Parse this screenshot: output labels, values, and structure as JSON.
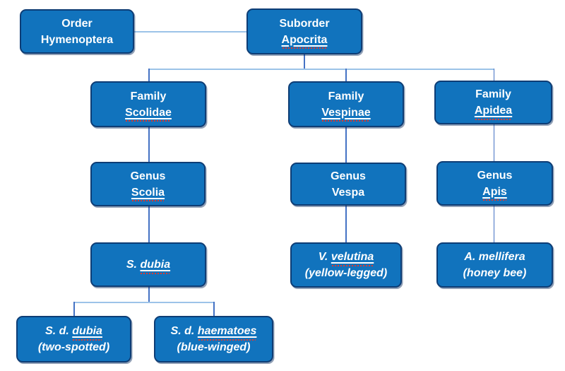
{
  "colors": {
    "box_fill": "#1173bd",
    "box_border": "#0e3d75",
    "text": "#ffffff",
    "line_light": "#9cc3e8",
    "line_dark": "#4472c4",
    "squiggle": "#e0392e",
    "background": "#ffffff"
  },
  "nodes": {
    "order": {
      "l1": "Order",
      "l2": "Hymenoptera"
    },
    "suborder": {
      "l1": "Suborder",
      "l2_u": "Apocrita"
    },
    "family_scolidae": {
      "l1": "Family",
      "l2_u": "Scolidae"
    },
    "family_vespinae": {
      "l1": "Family",
      "l2_u": "Vespinae"
    },
    "family_apidea": {
      "l1": "Family",
      "l2_u": "Apidea"
    },
    "genus_scolia": {
      "l1": "Genus",
      "l2_u": "Scolia"
    },
    "genus_vespa": {
      "l1": "Genus",
      "l2": "Vespa"
    },
    "genus_apis": {
      "l1": "Genus",
      "l2_u": "Apis"
    },
    "species_dubia": {
      "l1": "S. ",
      "l1_u": "dubia"
    },
    "species_velutina": {
      "l1": "V. ",
      "l1_u": "velutina",
      "l2": "(yellow-legged)"
    },
    "species_mellifera": {
      "l1": "A. mellifera",
      "l2": "(honey bee)"
    },
    "subspecies_dubia": {
      "l1": "S. d. ",
      "l1_u": "dubia",
      "l2": "(two-spotted)"
    },
    "subspecies_haematoes": {
      "l1": "S. d. ",
      "l1_u": "haematoes",
      "l2": "(blue-winged)"
    }
  }
}
